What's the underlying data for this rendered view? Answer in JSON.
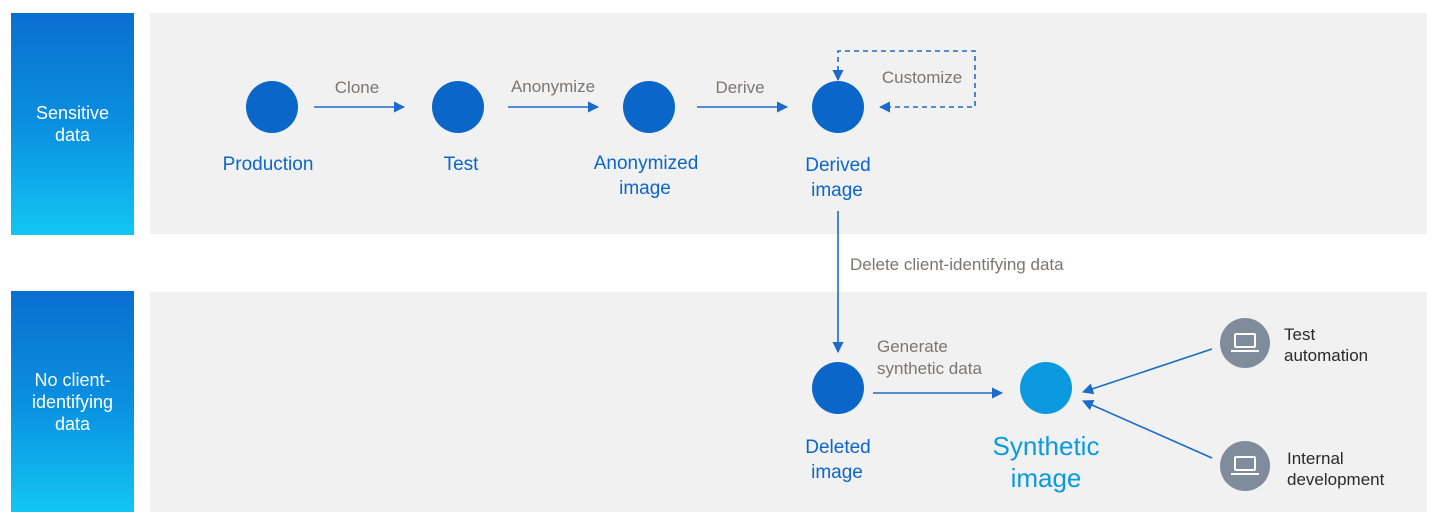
{
  "bands": {
    "top_label": "Sensitive\ndata",
    "bottom_label": "No client-\nidentifying\ndata"
  },
  "nodes": {
    "production": "Production",
    "test": "Test",
    "anonymized_line1": "Anonymized",
    "anonymized_line2": "image",
    "derived_line1": "Derived",
    "derived_line2": "image",
    "deleted_line1": "Deleted",
    "deleted_line2": "image",
    "synthetic_line1": "Synthetic",
    "synthetic_line2": "image"
  },
  "edges": {
    "clone": "Clone",
    "anonymize": "Anonymize",
    "derive": "Derive",
    "customize": "Customize",
    "delete_client_data": "Delete client-identifying data",
    "generate_line1": "Generate",
    "generate_line2": "synthetic data"
  },
  "clients": {
    "test_automation_line1": "Test",
    "test_automation_line2": "automation",
    "internal_dev_line1": "Internal",
    "internal_dev_line2": "development"
  },
  "icons": {
    "client_icon": "laptop-icon"
  },
  "colors": {
    "node": "#0b66c9",
    "synthetic_node": "#0b9ae0",
    "panel": "#f1f1f1",
    "client_circle": "#7f8c9c"
  }
}
